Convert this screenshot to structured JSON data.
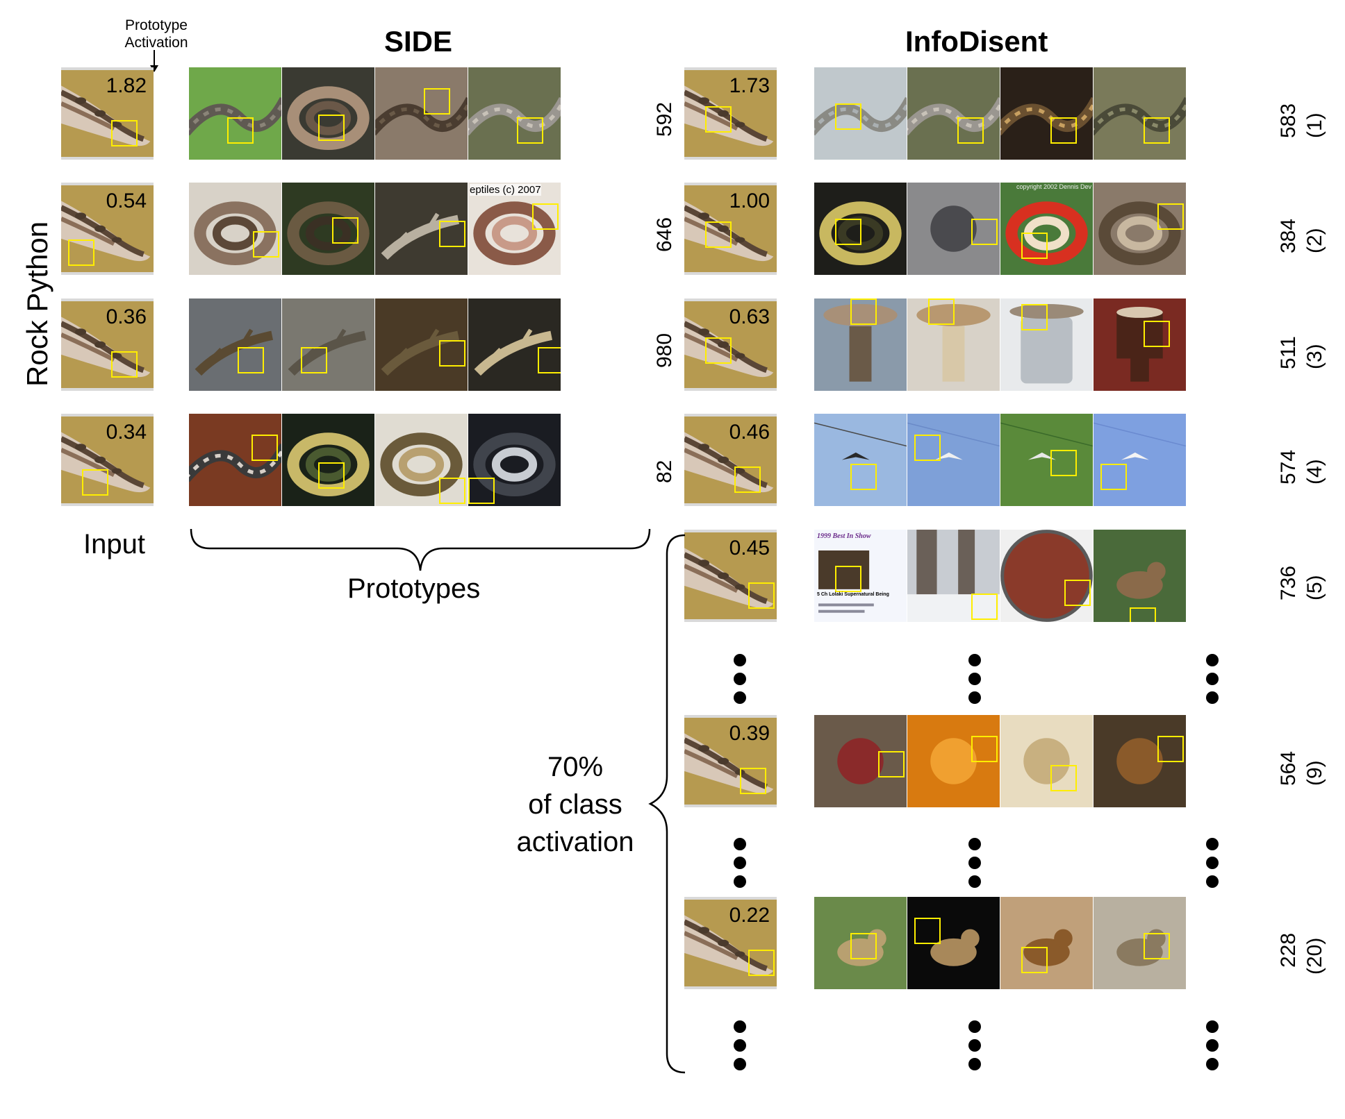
{
  "header": {
    "activation_caption_line1": "Prototype",
    "activation_caption_line2": "Activation",
    "side_title": "SIDE",
    "infodisent_title": "InfoDisent"
  },
  "class_label": "Rock Python",
  "input_label": "Input",
  "prototypes_label": "Prototypes",
  "coverage_label": [
    "70%",
    "of class",
    "activation"
  ],
  "side_rows": [
    {
      "activation": "1.82",
      "prototype_id": "592"
    },
    {
      "activation": "0.54",
      "prototype_id": "646"
    },
    {
      "activation": "0.36",
      "prototype_id": "980"
    },
    {
      "activation": "0.34",
      "prototype_id": "82"
    }
  ],
  "side_watermark": "eptiles (c) 2007",
  "infodisent_rows": [
    {
      "activation": "1.73",
      "prototype_id": "583",
      "rank": "(1)"
    },
    {
      "activation": "1.00",
      "prototype_id": "384",
      "rank": "(2)"
    },
    {
      "activation": "0.63",
      "prototype_id": "511",
      "rank": "(3)"
    },
    {
      "activation": "0.46",
      "prototype_id": "574",
      "rank": "(4)"
    },
    {
      "activation": "0.45",
      "prototype_id": "736",
      "rank": "(5)"
    },
    {
      "activation": "0.39",
      "prototype_id": "564",
      "rank": "(9)"
    },
    {
      "activation": "0.22",
      "prototype_id": "228",
      "rank": "(20)"
    }
  ],
  "info_r2_watermark": "copyright 2002 Dennis Dev",
  "info_r5_text": {
    "title": "1999 Best In Show",
    "caption": "5     Ch Lolaki Supernatural Being"
  },
  "colors": {
    "highlight_box": "#ffee00",
    "input_background": "#b89b52"
  }
}
